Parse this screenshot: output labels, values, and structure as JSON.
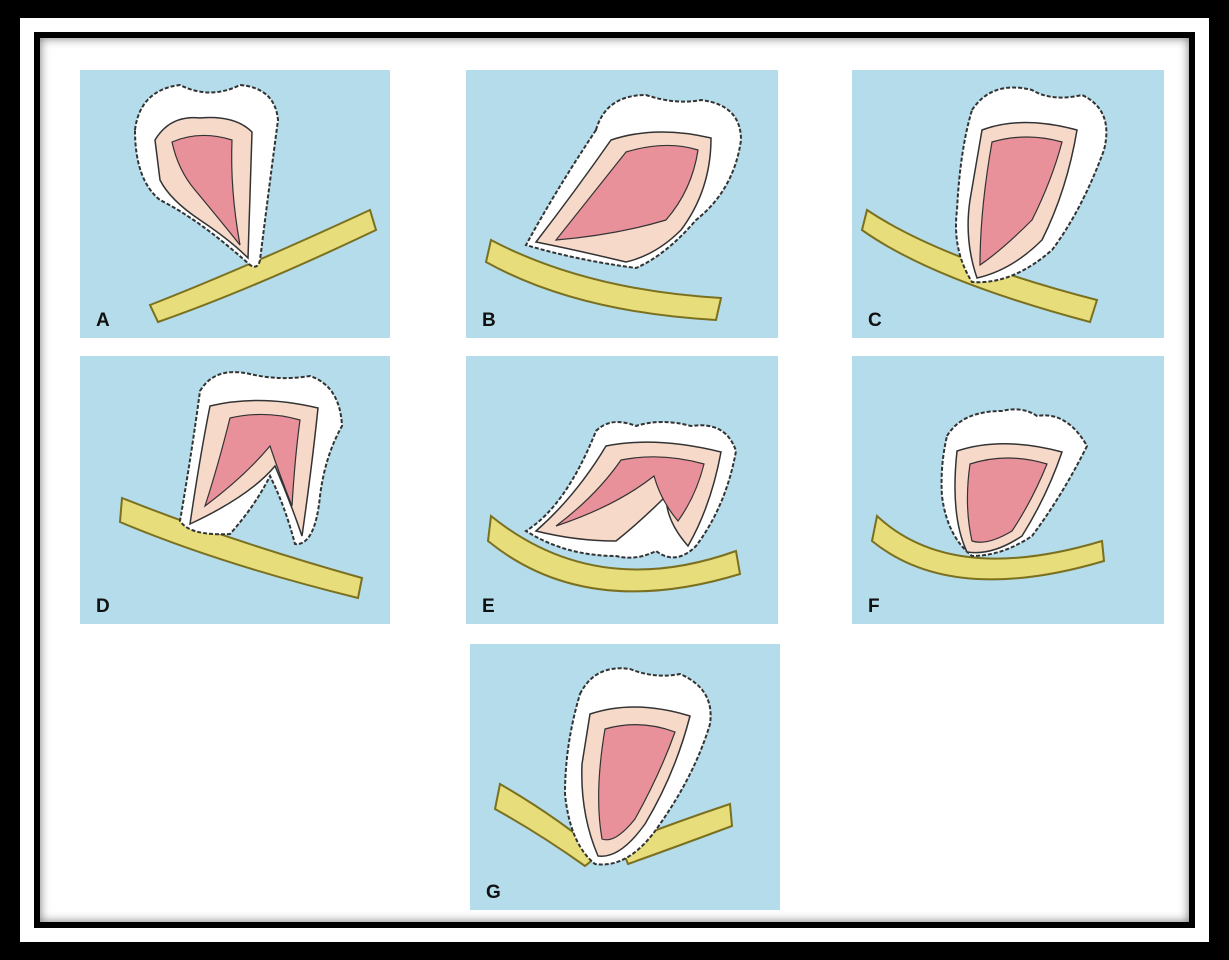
{
  "figure": {
    "panels": [
      {
        "label": "A"
      },
      {
        "label": "B"
      },
      {
        "label": "C"
      },
      {
        "label": "D"
      },
      {
        "label": "E"
      },
      {
        "label": "F"
      },
      {
        "label": "G"
      }
    ]
  },
  "colors": {
    "panel_background": "#b4dcea",
    "enamel": "#ffffff",
    "dentin": "#f6d9c9",
    "pulp": "#e9919b",
    "nerve_canal": "#e7dd7b",
    "frame": "#000000"
  }
}
